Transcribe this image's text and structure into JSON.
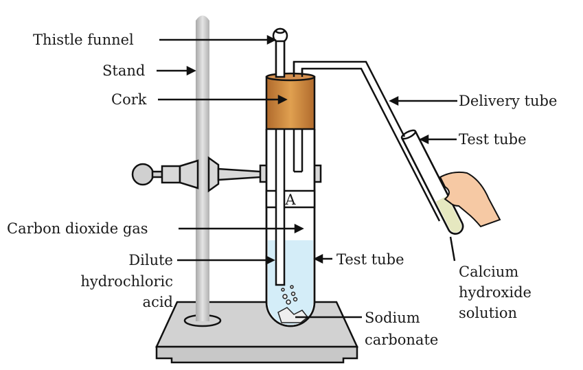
{
  "title": "Preparation of carbon dioxide from sodium carbonate and dilute hydrochloric acid",
  "labels": {
    "thistle_funnel": "Thistle funnel",
    "stand": "Stand",
    "cork": "Cork",
    "delivery_tube": "Delivery tube",
    "test_tube_right": "Test tube",
    "co2_gas": "Carbon dioxide gas",
    "dilute_1": "Dilute",
    "dilute_2": "hydrochloric",
    "dilute_3": "acid",
    "test_tube_main": "Test tube",
    "sodium_1": "Sodium",
    "sodium_2": "carbonate",
    "calcium_1": "Calcium",
    "calcium_2": "hydroxide",
    "calcium_3": "solution",
    "tube_marker": "A"
  },
  "colors": {
    "cork": "#c77f3a",
    "acid": "#d4edf8",
    "limewater": "#e6e8c0",
    "hand": "#f6c9a4",
    "stand": "#cfcfcf"
  }
}
